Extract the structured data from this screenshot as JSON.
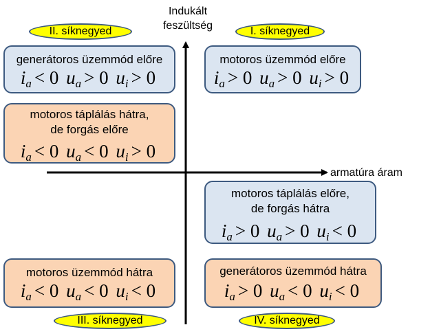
{
  "axes": {
    "y_label_line1": "Indukált",
    "y_label_line2": "feszültség",
    "x_label": "armatúra áram"
  },
  "quadrants": {
    "q1": "I. síknegyed",
    "q2": "II. síknegyed",
    "q3": "III. síknegyed",
    "q4": "IV. síknegyed"
  },
  "boxes": {
    "q1": {
      "lines": [
        "motoros üzemmód előre"
      ],
      "formula": {
        "ia": "i",
        "ia_sub": "a",
        "ia_rel": "> 0",
        "ua": "u",
        "ua_sub": "a",
        "ua_rel": "> 0",
        "ui": "u",
        "ui_sub": "i",
        "ui_rel": "> 0"
      }
    },
    "q2a": {
      "lines": [
        "generátoros üzemmód előre"
      ],
      "formula": {
        "ia": "i",
        "ia_sub": "a",
        "ia_rel": "< 0",
        "ua": "u",
        "ua_sub": "a",
        "ua_rel": "> 0",
        "ui": "u",
        "ui_sub": "i",
        "ui_rel": "> 0"
      }
    },
    "q2b": {
      "lines": [
        "motoros táplálás hátra,",
        "de forgás előre"
      ],
      "formula": {
        "ia": "i",
        "ia_sub": "a",
        "ia_rel": "< 0",
        "ua": "u",
        "ua_sub": "a",
        "ua_rel": "< 0",
        "ui": "u",
        "ui_sub": "i",
        "ui_rel": "> 0"
      }
    },
    "q4a": {
      "lines": [
        "motoros táplálás előre,",
        "de forgás hátra"
      ],
      "formula": {
        "ia": "i",
        "ia_sub": "a",
        "ia_rel": "> 0",
        "ua": "u",
        "ua_sub": "a",
        "ua_rel": "> 0",
        "ui": "u",
        "ui_sub": "i",
        "ui_rel": "< 0"
      }
    },
    "q3": {
      "lines": [
        "motoros üzemmód hátra"
      ],
      "formula": {
        "ia": "i",
        "ia_sub": "a",
        "ia_rel": "< 0",
        "ua": "u",
        "ua_sub": "a",
        "ua_rel": "< 0",
        "ui": "u",
        "ui_sub": "i",
        "ui_rel": "< 0"
      }
    },
    "q4b": {
      "lines": [
        "generátoros üzemmód hátra"
      ],
      "formula": {
        "ia": "i",
        "ia_sub": "a",
        "ia_rel": "> 0",
        "ua": "u",
        "ua_sub": "a",
        "ua_rel": "< 0",
        "ui": "u",
        "ui_sub": "i",
        "ui_rel": "< 0"
      }
    }
  },
  "colors": {
    "blue_box": "#dbe5f1",
    "orange_box": "#fbd4b4",
    "pill": "#ffff00",
    "border": "#3d5a80"
  }
}
